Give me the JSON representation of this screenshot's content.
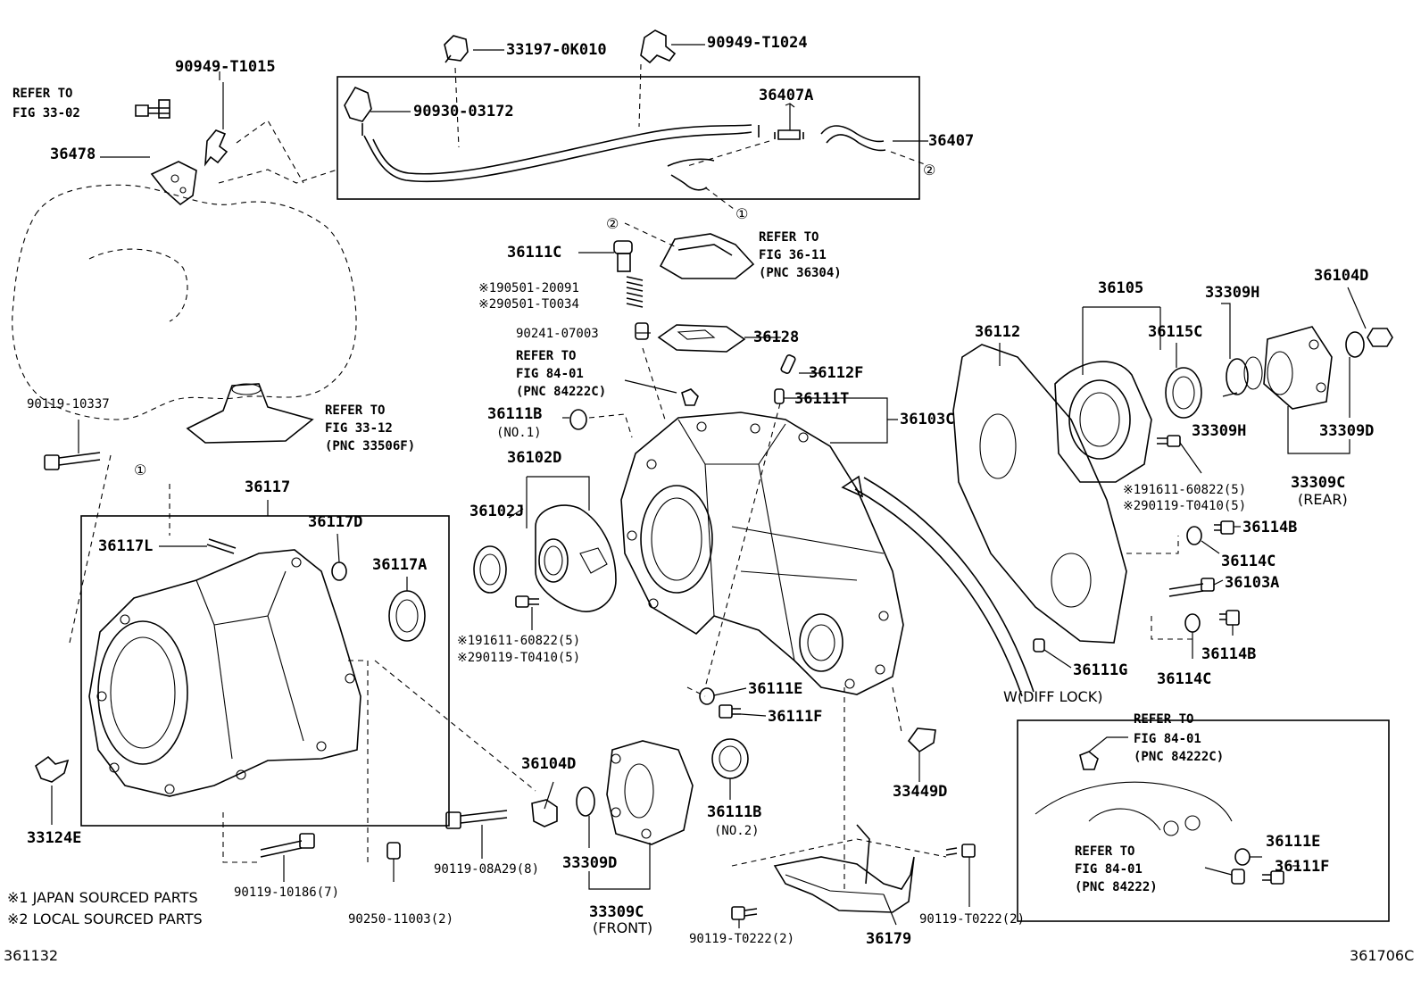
{
  "labels": {
    "p90949_T1015": "90949-T1015",
    "p33197_0K010": "33197-0K010",
    "p90949_T1024": "90949-T1024",
    "p36478": "36478",
    "p90930_03172": "90930-03172",
    "p36407A": "36407A",
    "p36407": "36407",
    "p36111C": "36111C",
    "p190501_20091": "※190501-20091",
    "p290501_T0034": "※290501-T0034",
    "p90241_07003": "90241-07003",
    "p36128": "36128",
    "p36112F": "36112F",
    "p36111T": "36111T",
    "p36103C": "36103C",
    "p36111B_top": "36111B",
    "p36102D": "36102D",
    "p36102J": "36102J",
    "p191611_60822_a": "※191611-60822(5)",
    "p290119_T0410_a": "※290119-T0410(5)",
    "p90119_10337": "90119-10337",
    "p36117": "36117",
    "p36117D": "36117D",
    "p36117L": "36117L",
    "p36117A": "36117A",
    "p36112": "36112",
    "p36105": "36105",
    "p33309H_top": "33309H",
    "p36104D_top": "36104D",
    "p36115C": "36115C",
    "p33309H_bot": "33309H",
    "p33309D_right": "33309D",
    "p33309C_rear": "33309C",
    "p191611_60822_b": "※191611-60822(5)",
    "p290119_T0410_b": "※290119-T0410(5)",
    "p36114B_a": "36114B",
    "p36114C_a": "36114C",
    "p36103A": "36103A",
    "p36114B_b": "36114B",
    "p36114C_b": "36114C",
    "p36111G": "36111G",
    "p36111E_main": "36111E",
    "p36111F_main": "36111F",
    "p36104D_bot": "36104D",
    "p36111B_bot": "36111B",
    "p33449D": "33449D",
    "p33124E": "33124E",
    "p90119_08A29": "90119-08A29(8)",
    "p33309D_bot": "33309D",
    "p33309C_front": "33309C",
    "p90119_10186": "90119-10186(7)",
    "p90250_11003": "90250-11003(2)",
    "p90119_T0222_a": "90119-T0222(2)",
    "p90119_T0222_b": "90119-T0222(2)",
    "p36179": "36179",
    "p36111E_box": "36111E",
    "p36111F_box": "36111F"
  },
  "small": {
    "no1": "(NO.1)",
    "no2": "(NO.2)",
    "rear": "(REAR)",
    "front": "(FRONT)",
    "diff_lock": "W(DIFF LOCK)"
  },
  "refs": {
    "r1_l1": "REFER TO",
    "r1_l2": "FIG 33-02",
    "r2_l1": "REFER TO",
    "r2_l2": "FIG 36-11",
    "r2_l3": "(PNC 36304)",
    "r3_l1": "REFER TO",
    "r3_l2": "FIG 84-01",
    "r3_l3": "(PNC 84222C)",
    "r4_l1": "REFER TO",
    "r4_l2": "FIG 33-12",
    "r4_l3": "(PNC 33506F)",
    "r5_l1": "REFER TO",
    "r5_l2": "FIG 84-01",
    "r5_l3": "(PNC 84222C)",
    "r6_l1": "REFER TO",
    "r6_l2": "FIG 84-01",
    "r6_l3": "(PNC 84222)"
  },
  "markers": {
    "m1a": "①",
    "m1b": "①",
    "m2a": "②",
    "m2b": "②"
  },
  "notes": {
    "note1": "※1 JAPAN SOURCED PARTS",
    "note2": "※2 LOCAL SOURCED PARTS"
  },
  "footer": {
    "left_code": "361132",
    "right_code": "361706C"
  }
}
